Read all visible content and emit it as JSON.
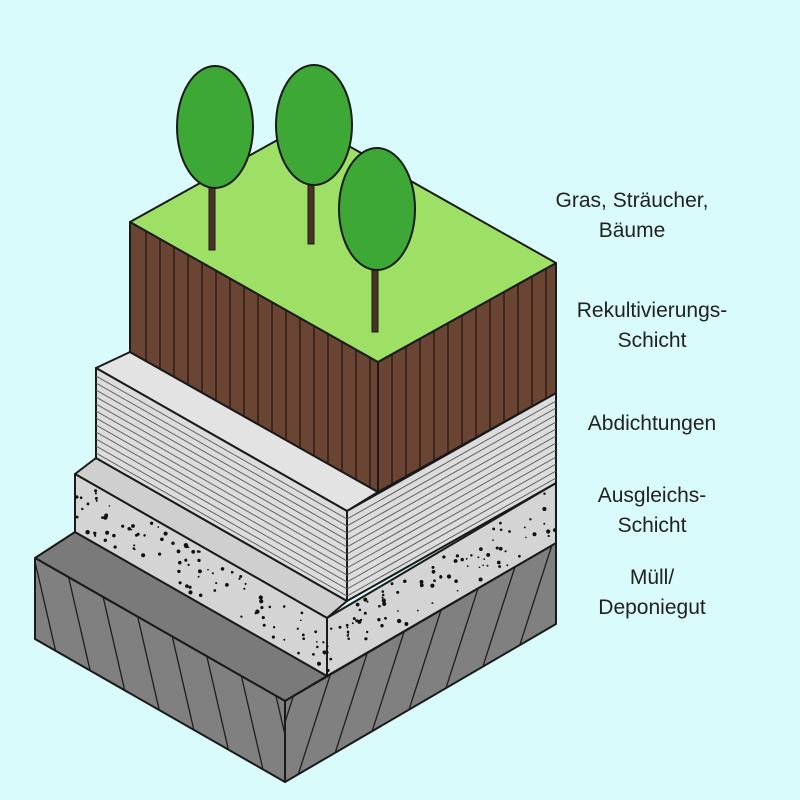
{
  "colors": {
    "background": "#d9fbfc",
    "grass": "#9ee066",
    "soil": "#6b4533",
    "seal_top": "#e3e3e3",
    "seal_side": "#dcdcdc",
    "leveling_top": "#cfcfcf",
    "leveling_side": "#d4d4d4",
    "waste_top": "#7a7a7a",
    "waste_side": "#808080",
    "tree_crown": "#3da836",
    "tree_trunk": "#4a3226",
    "outline": "#1a1a1a"
  },
  "layers": [
    {
      "id": "vegetation",
      "lines": [
        "Gras, Sträucher, Bäume"
      ]
    },
    {
      "id": "recultivation",
      "lines": [
        "Rekultivierungs-",
        "Schicht"
      ]
    },
    {
      "id": "sealing",
      "lines": [
        "Abdichtungen"
      ]
    },
    {
      "id": "leveling",
      "lines": [
        "Ausgleichs-",
        "Schicht"
      ]
    },
    {
      "id": "waste",
      "lines": [
        "Müll/",
        "Deponiegut"
      ]
    }
  ]
}
